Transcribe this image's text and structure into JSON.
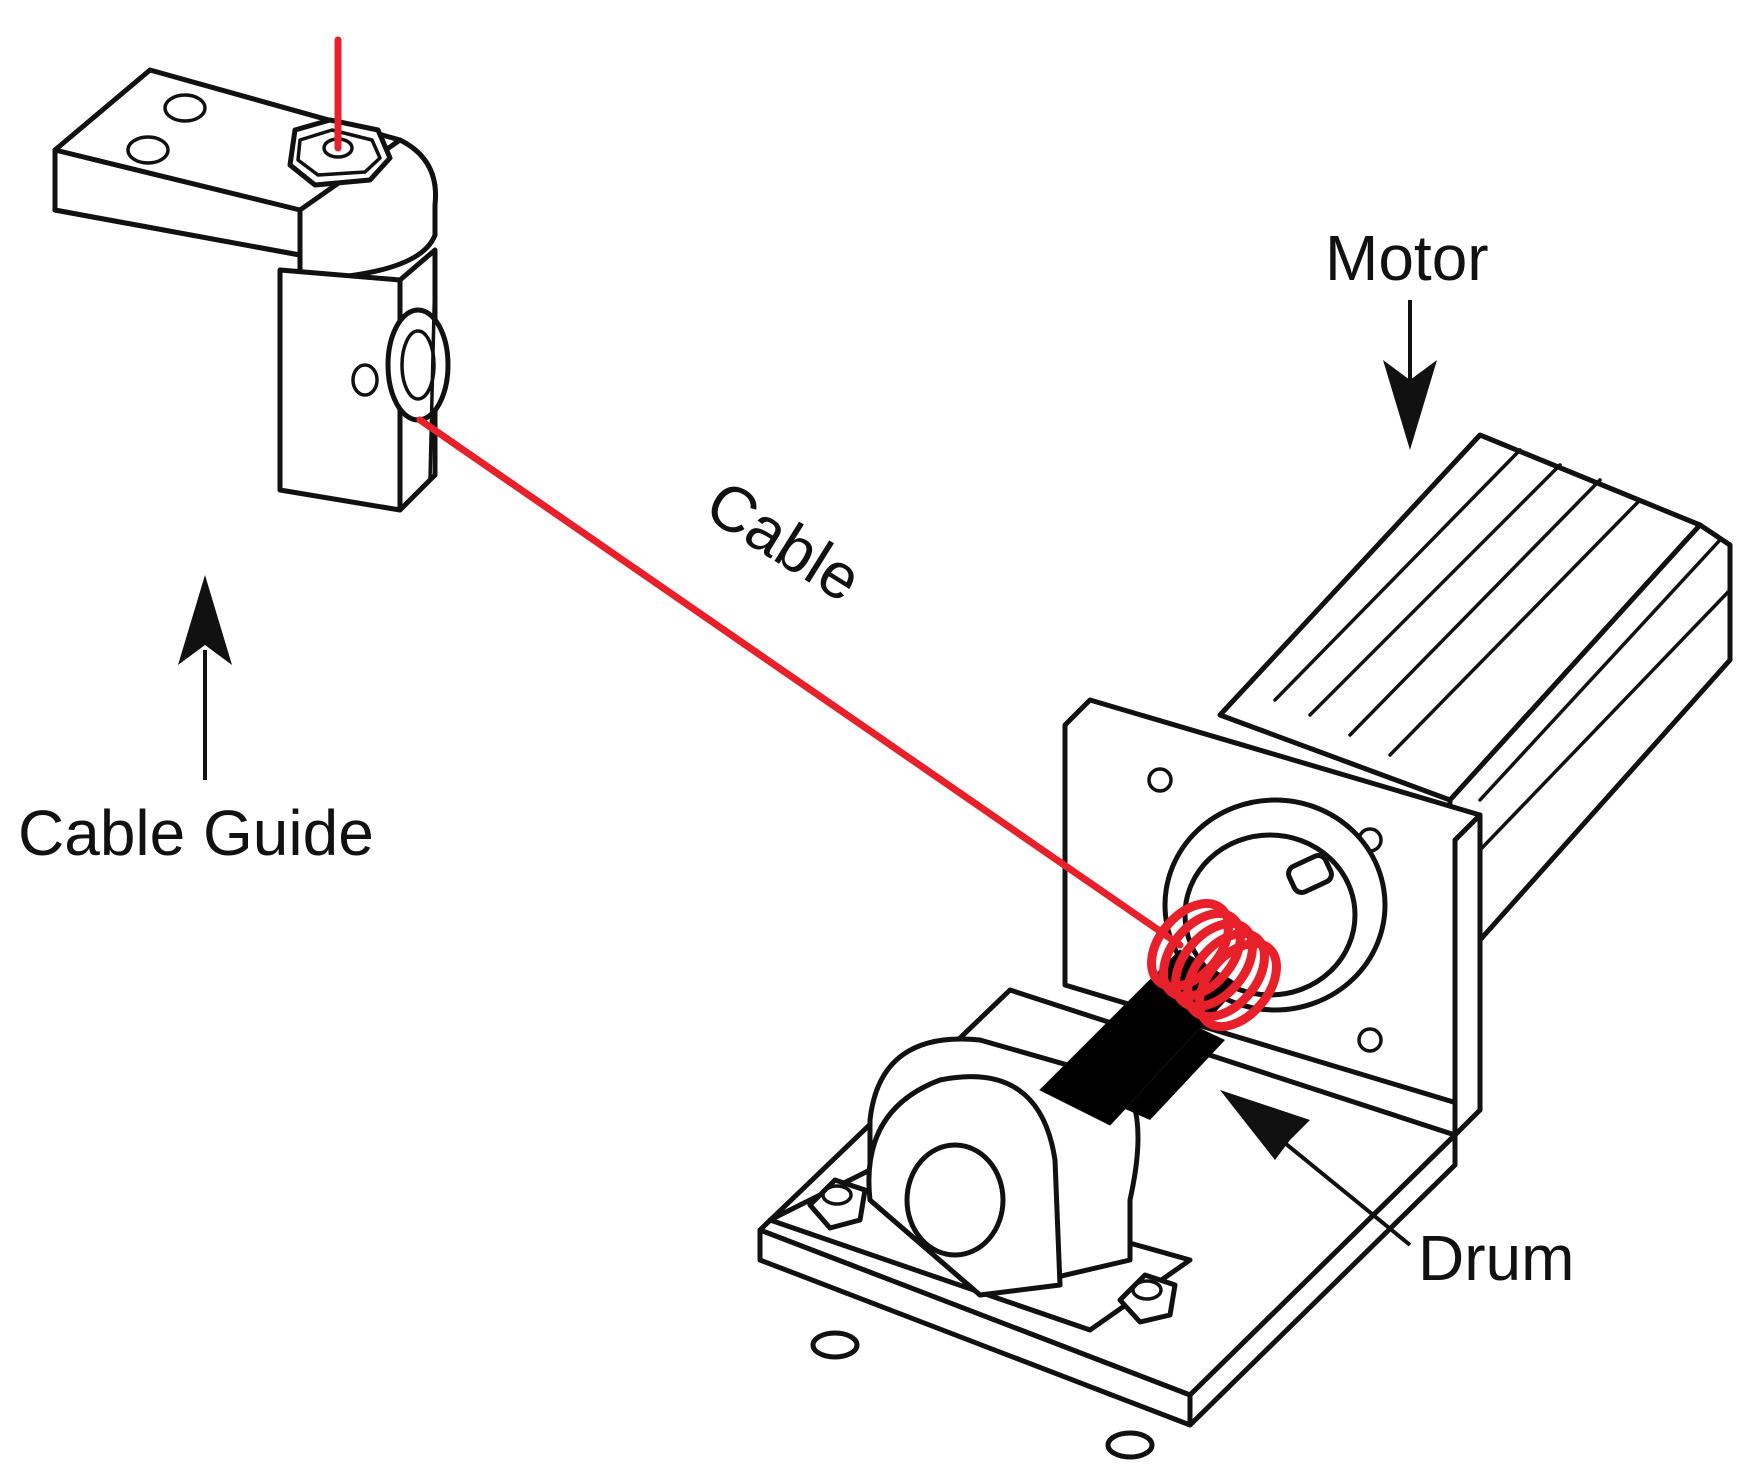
{
  "labels": {
    "motor": "Motor",
    "cable": "Cable",
    "cable_guide": "Cable Guide",
    "drum": "Drum"
  },
  "colors": {
    "cable": "#e8202a",
    "line": "#111111",
    "drum_wrap": "#000000",
    "background": "#ffffff"
  }
}
